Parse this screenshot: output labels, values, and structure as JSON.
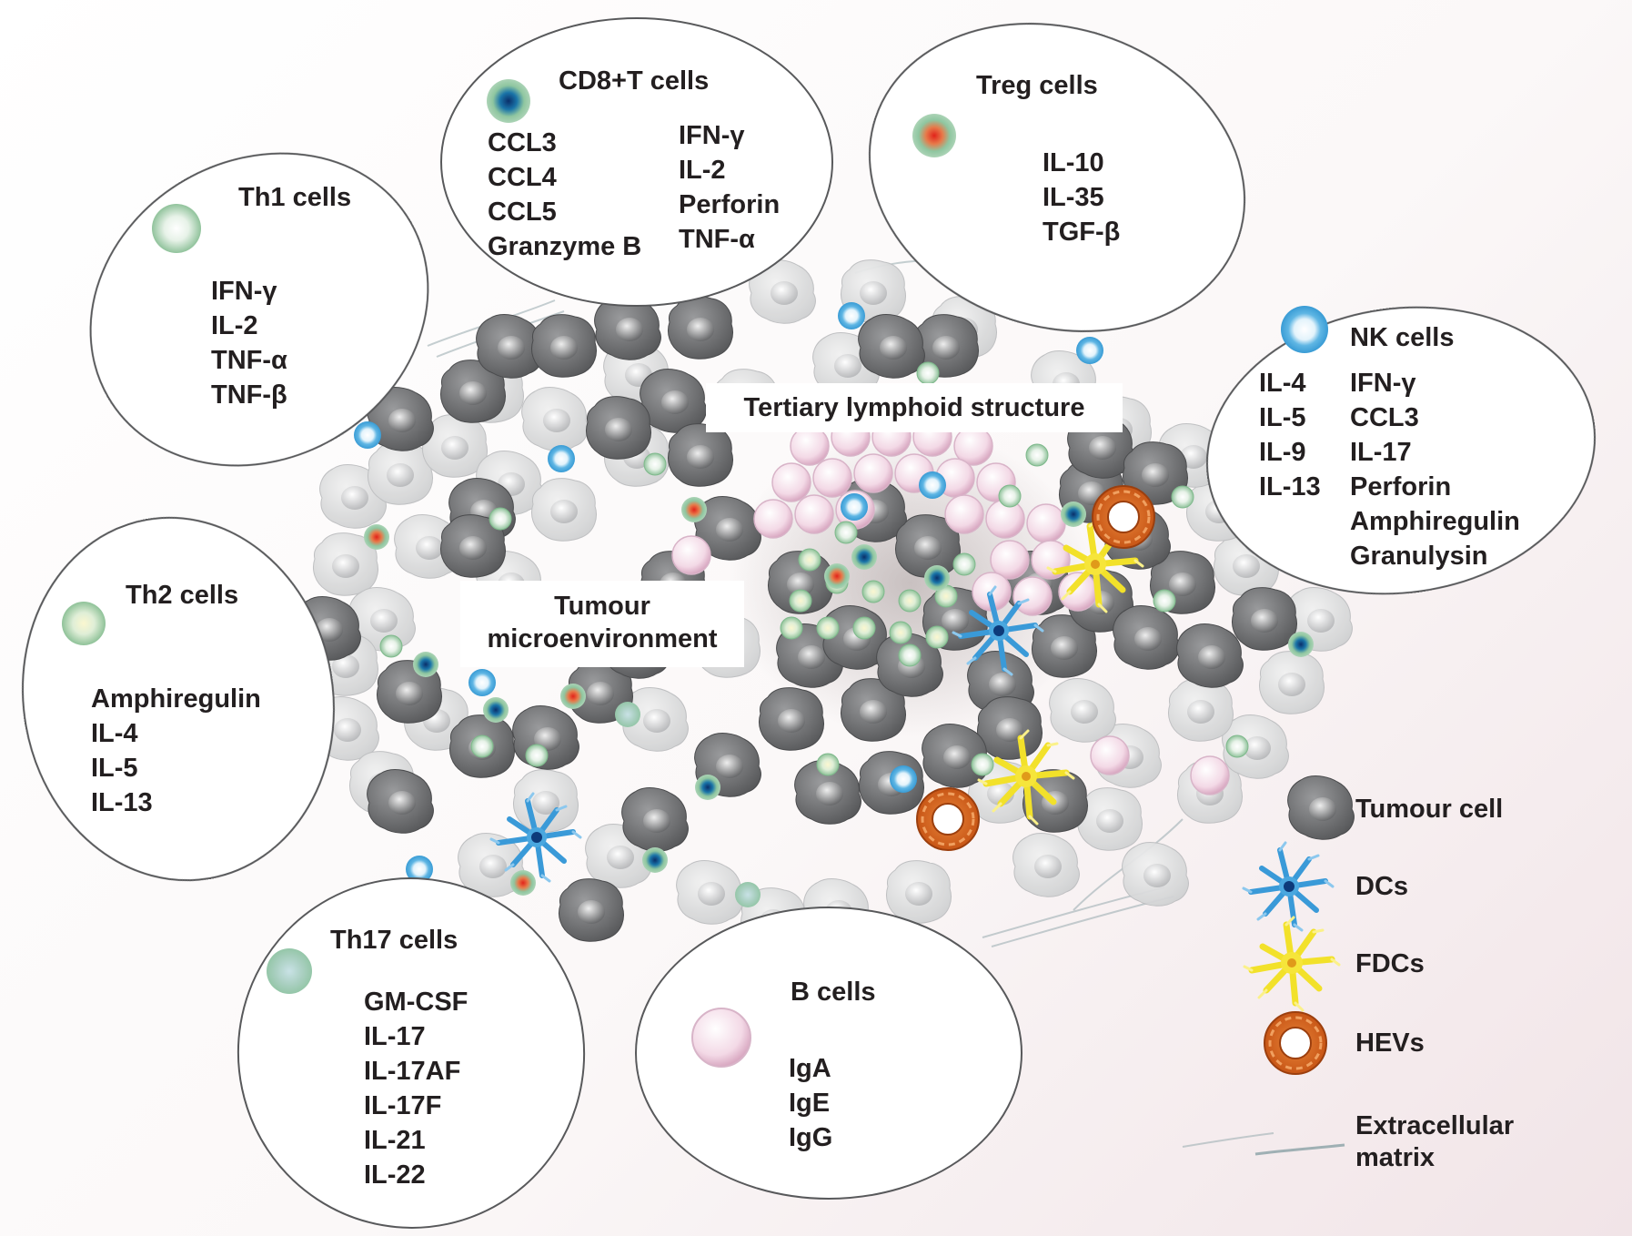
{
  "center": {
    "tls_label": "Tertiary lymphoid structure",
    "tme_label_line1": "Tumour",
    "tme_label_line2": "microenvironment"
  },
  "cells": {
    "th1": {
      "title": "Th1 cells",
      "items": [
        "IFN-γ",
        "IL-2",
        "TNF-α",
        "TNF-β"
      ]
    },
    "cd8": {
      "title": "CD8+T cells",
      "col1": [
        "CCL3",
        "CCL4",
        "CCL5",
        "Granzyme B"
      ],
      "col2": [
        "IFN-γ",
        "IL-2",
        "Perforin",
        "TNF-α"
      ]
    },
    "treg": {
      "title": "Treg cells",
      "items": [
        "IL-10",
        "IL-35",
        "TGF-β"
      ]
    },
    "nk": {
      "title": "NK cells",
      "col1": [
        "IL-4",
        "IL-5",
        "IL-9",
        "IL-13"
      ],
      "col2": [
        "IFN-γ",
        "CCL3",
        "IL-17",
        "Perforin",
        "Amphiregulin",
        "Granulysin"
      ]
    },
    "th2": {
      "title": "Th2 cells",
      "items": [
        "Amphiregulin",
        "IL-4",
        "IL-5",
        "IL-13"
      ]
    },
    "th17": {
      "title": "Th17 cells",
      "items": [
        "GM-CSF",
        "IL-17",
        "IL-17AF",
        "IL-17F",
        "IL-21",
        "IL-22"
      ]
    },
    "bcells": {
      "title": "B cells",
      "items": [
        "IgA",
        "IgE",
        "IgG"
      ]
    }
  },
  "legend": {
    "tumour_cell": "Tumour cell",
    "dcs": "DCs",
    "fdcs": "FDCs",
    "hevs": "HEVs",
    "ecm_line1": "Extracellular",
    "ecm_line2": "matrix"
  },
  "colors": {
    "tumour_dark": "#6d6e70",
    "tumour_light": "#d6d7d8",
    "b_cell": "#f1d6e3",
    "nk_blue": "#41a4da",
    "dc_blue": "#2a8ad0",
    "fdc_yellow": "#f4e224",
    "hev_orange": "#d8641c",
    "treg_red": "#e2312a",
    "t_green": "#9dcaa8"
  }
}
